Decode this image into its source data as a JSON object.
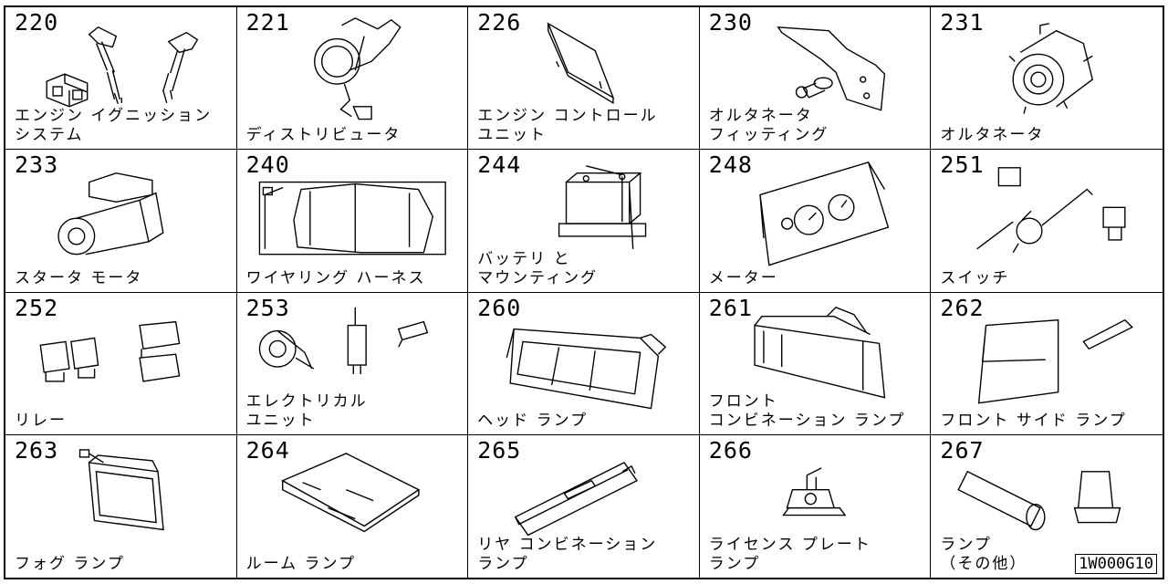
{
  "parts": [
    {
      "num": "220",
      "label": [
        "エンジン イグニッション",
        "システム"
      ]
    },
    {
      "num": "221",
      "label": [
        "ディストリビュータ"
      ]
    },
    {
      "num": "226",
      "label": [
        "エンジン コントロール",
        "ユニット"
      ]
    },
    {
      "num": "230",
      "label": [
        "オルタネータ",
        "フィッティング"
      ]
    },
    {
      "num": "231",
      "label": [
        "オルタネータ"
      ]
    },
    {
      "num": "233",
      "label": [
        "スタータ モータ"
      ]
    },
    {
      "num": "240",
      "label": [
        "ワイヤリング ハーネス"
      ]
    },
    {
      "num": "244",
      "label": [
        "バッテリ と",
        "マウンティング"
      ]
    },
    {
      "num": "248",
      "label": [
        "メーター"
      ]
    },
    {
      "num": "251",
      "label": [
        "スイッチ"
      ]
    },
    {
      "num": "252",
      "label": [
        "リレー"
      ]
    },
    {
      "num": "253",
      "label": [
        "エレクトリカル",
        "ユニット"
      ]
    },
    {
      "num": "260",
      "label": [
        "ヘッド ランプ"
      ]
    },
    {
      "num": "261",
      "label": [
        "フロント",
        "コンビネーション ランプ"
      ]
    },
    {
      "num": "262",
      "label": [
        "フロント サイド ランプ"
      ]
    },
    {
      "num": "263",
      "label": [
        "フォグ ランプ"
      ]
    },
    {
      "num": "264",
      "label": [
        "ルーム ランプ"
      ]
    },
    {
      "num": "265",
      "label": [
        "リヤ コンビネーション",
        "ランプ"
      ]
    },
    {
      "num": "266",
      "label": [
        "ライセンス プレート",
        "ランプ"
      ]
    },
    {
      "num": "267",
      "label": [
        "ランプ",
        "（その他）"
      ]
    }
  ],
  "diagram_code": "1W000G10",
  "icons": [
    "ignition-system-icon",
    "distributor-icon",
    "control-unit-icon",
    "alternator-bracket-icon",
    "alternator-icon",
    "starter-motor-icon",
    "wiring-harness-icon",
    "battery-icon",
    "meter-icon",
    "switch-icon",
    "relay-icon",
    "electrical-unit-icon",
    "headlamp-icon",
    "front-combination-lamp-icon",
    "front-side-lamp-icon",
    "fog-lamp-icon",
    "room-lamp-icon",
    "rear-combination-lamp-icon",
    "license-plate-lamp-icon",
    "lamp-bulb-icon"
  ]
}
